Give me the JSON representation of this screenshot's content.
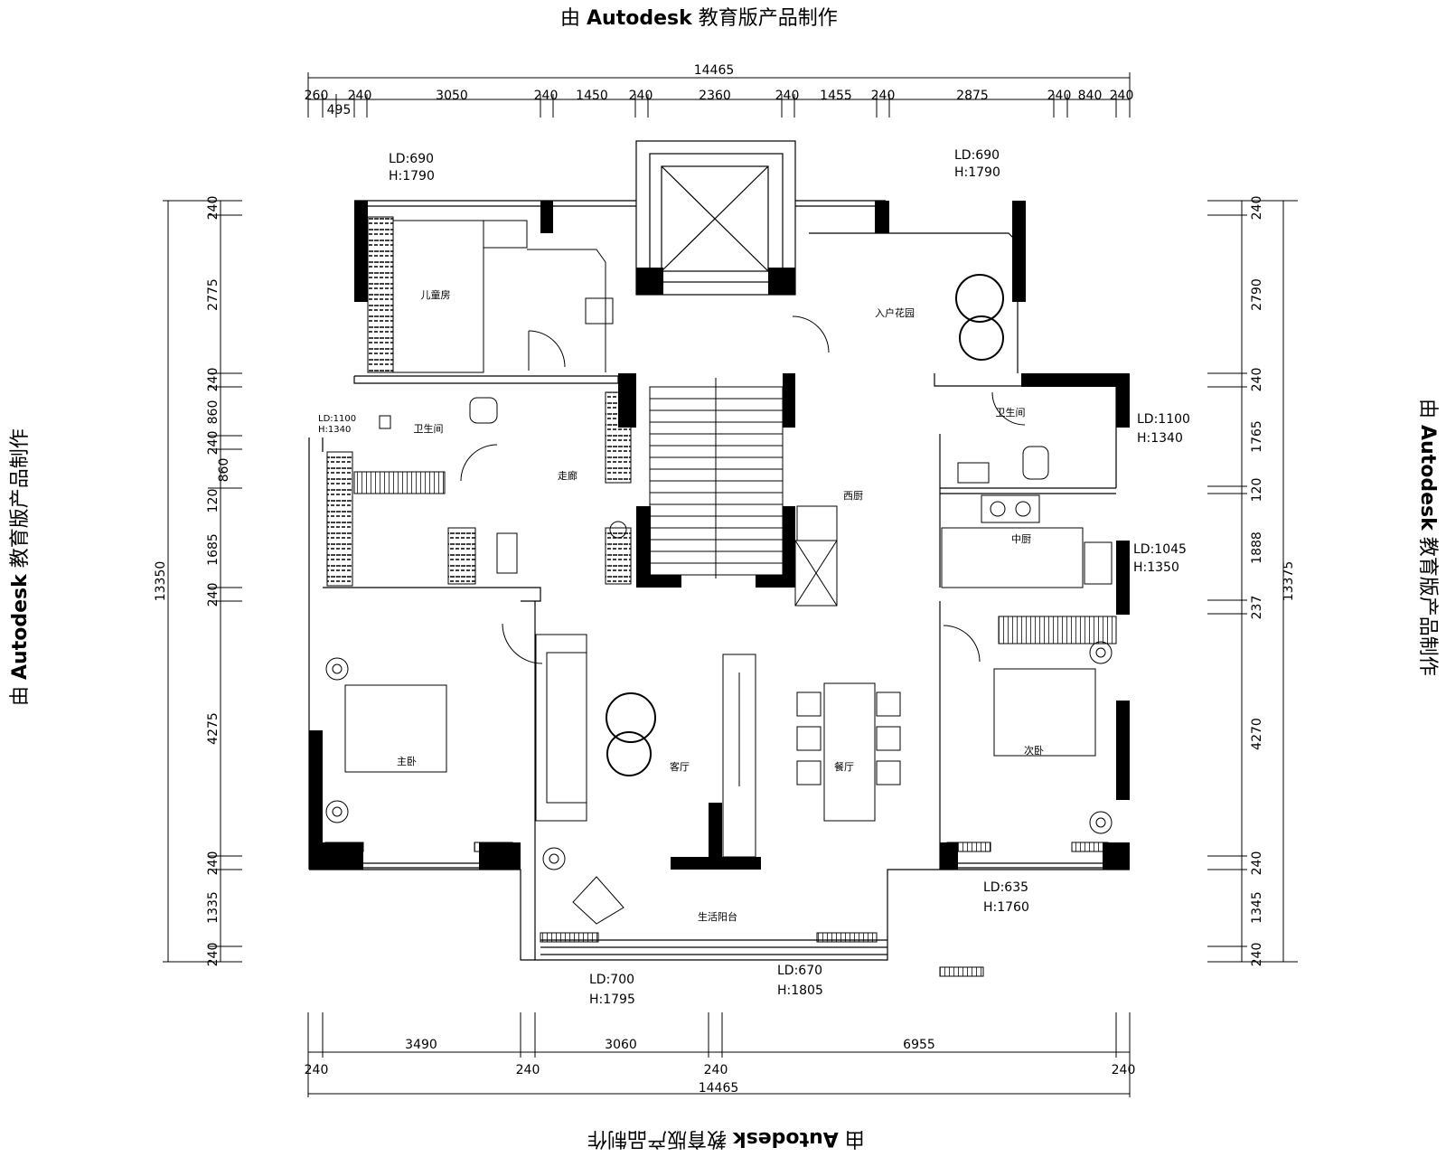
{
  "watermark": {
    "prefix": "由",
    "brand": "Autodesk",
    "suffix": "教育版产品制作"
  },
  "top_dimensions": {
    "total": "14465",
    "segments": [
      "260",
      "240",
      "3050",
      "240",
      "1450",
      "240",
      "2360",
      "240",
      "1455",
      "240",
      "2875",
      "240",
      "840",
      "240"
    ],
    "sub": "495"
  },
  "bottom_dimensions": {
    "total": "14465",
    "segments": [
      "3490",
      "3060",
      "6955"
    ],
    "walls": [
      "240",
      "240",
      "240",
      "240"
    ]
  },
  "left_dimensions": {
    "total": "13350",
    "segments": [
      "240",
      "2775",
      "240",
      "860",
      "240",
      "120",
      "1685",
      "240",
      "4275",
      "240",
      "1335",
      "240"
    ],
    "inner": "860"
  },
  "right_dimensions": {
    "total": "13375",
    "segments": [
      "240",
      "2790",
      "240",
      "1765",
      "120",
      "1888",
      "237",
      "4270",
      "240",
      "1345",
      "240"
    ]
  },
  "rooms": {
    "kids_room": "儿童房",
    "bathroom_left": "卫生间",
    "corridor": "走廊",
    "entry_garden": "入户花园",
    "bathroom_right": "卫生间",
    "western_kitchen": "西厨",
    "chinese_kitchen": "中厨",
    "master_bedroom": "主卧",
    "living_room": "客厅",
    "dining_room": "餐厅",
    "second_bedroom": "次卧",
    "balcony": "生活阳台"
  },
  "window_notes": {
    "kids_window": {
      "ld": "LD:690",
      "h": "H:1790"
    },
    "garden_window": {
      "ld": "LD:690",
      "h": "H:1790"
    },
    "left_bath_window": {
      "ld": "LD:1100",
      "h": "H:1340"
    },
    "right_bath_window": {
      "ld": "LD:1100",
      "h": "H:1340"
    },
    "kitchen_window": {
      "ld": "LD:1045",
      "h": "H:1350"
    },
    "second_bedroom_window": {
      "ld": "LD:635",
      "h": "H:1760"
    },
    "balcony_left_window": {
      "ld": "LD:700",
      "h": "H:1795"
    },
    "balcony_right_window": {
      "ld": "LD:670",
      "h": "H:1805"
    }
  }
}
